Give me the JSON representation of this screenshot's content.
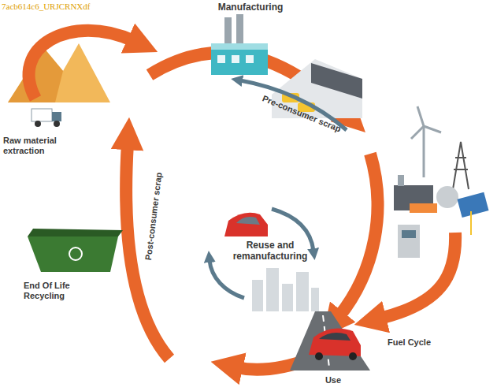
{
  "diagram": {
    "labels": [
      "7acb614c6_URJCRNXdf",
      "Manufacturing",
      "Raw material extraction",
      "Pre-consumer scrap",
      "Post-consumer scrap",
      "Reuse and remanufacturing",
      "End Of Life Recycling",
      "Fuel Cycle",
      "Use"
    ]
  }
}
